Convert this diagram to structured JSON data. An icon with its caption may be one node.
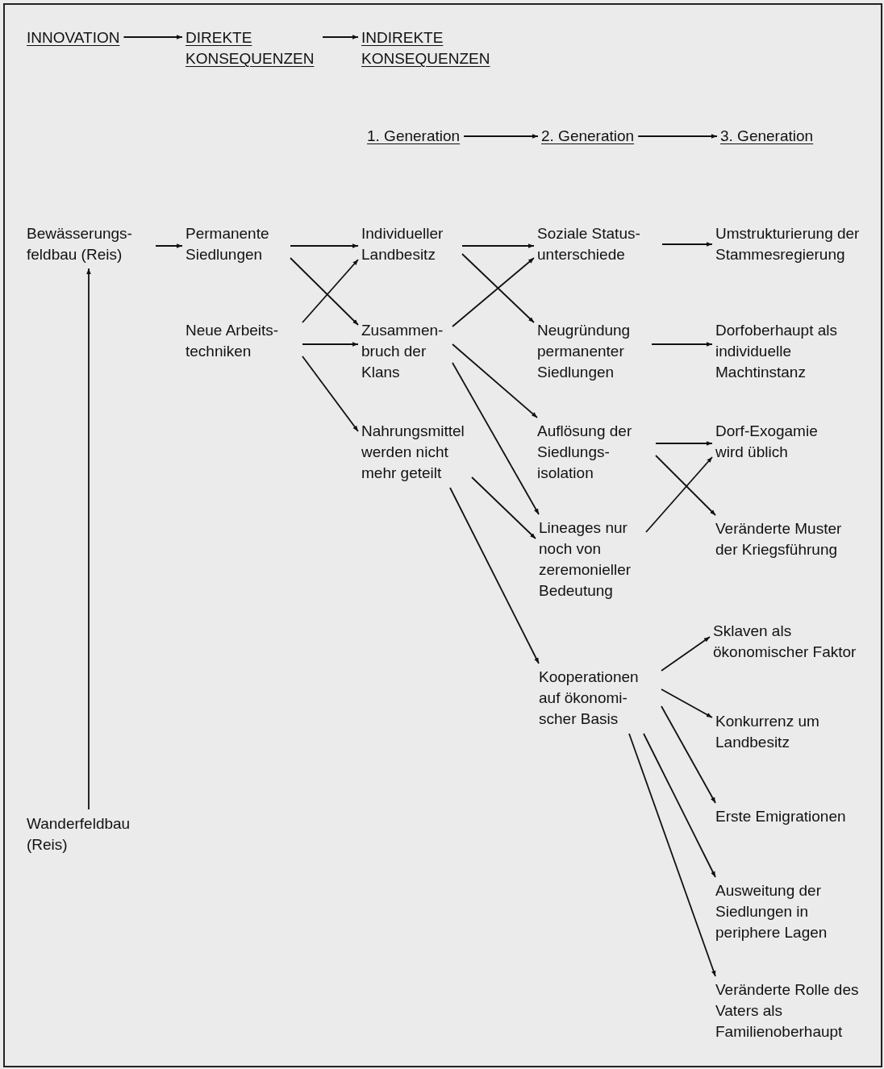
{
  "diagram": {
    "nodes": [
      {
        "text": [
          "INNOVATION"
        ]
      },
      {
        "text": [
          "DIREKTE KONSEQUENZEN"
        ]
      },
      {
        "text": [
          "INDIREKTE KONSEQUENZEN"
        ]
      },
      {
        "text": [
          "1. Generation"
        ]
      },
      {
        "text": [
          "2. Generation"
        ]
      },
      {
        "text": [
          "3. Generation"
        ]
      },
      {
        "text": [
          "Bewässerungs- feldbau (Reis)"
        ]
      },
      {
        "text": [
          "Permanente Siedlungen"
        ]
      },
      {
        "text": [
          "Neue Arbeits- techniken"
        ]
      },
      {
        "text": [
          "Individueller Landbesitz"
        ]
      },
      {
        "text": [
          "Zusammen- bruch der Klans"
        ]
      },
      {
        "text": [
          "Nahrungsmittel werden nicht mehr geteilt"
        ]
      },
      {
        "text": [
          "Soziale Status- unterschiede"
        ]
      },
      {
        "text": [
          "Neugründung permanenter Siedlungen"
        ]
      },
      {
        "text": [
          "Auflösung der Siedlungs- isolation"
        ]
      },
      {
        "text": [
          "Lineages nur noch von zeremonieller Bedeutung"
        ]
      },
      {
        "text": [
          "Kooperationen auf ökonomi- scher Basis"
        ]
      },
      {
        "text": [
          "Umstrukturierung der Stammesregierung"
        ]
      },
      {
        "text": [
          "Dorfoberhaupt als individuelle Machtinstanz"
        ]
      },
      {
        "text": [
          "Dorf-Exogamie wird üblich"
        ]
      },
      {
        "text": [
          "Veränderte Muster der Kriegsführung"
        ]
      },
      {
        "text": [
          "Sklaven als ökonomischer Faktor"
        ]
      },
      {
        "text": [
          "Konkurrenz um Landbesitz"
        ]
      },
      {
        "text": [
          "Erste Emigrationen"
        ]
      },
      {
        "text": [
          "Ausweitung der Siedlungen in periphere Lagen"
        ]
      },
      {
        "text": [
          "Veränderte Rolle des Vaters als Familienoberhaupt"
        ]
      },
      {
        "text": [
          "Wanderfeldbau (Reis)"
        ]
      }
    ],
    "edges": [
      {
        "from": 0,
        "to": 1,
        "arrow": "to"
      },
      {
        "from": 1,
        "to": 2,
        "arrow": "to"
      },
      {
        "from": 3,
        "to": 4,
        "arrow": "to"
      },
      {
        "from": 4,
        "to": 5,
        "arrow": "to"
      },
      {
        "from": 6,
        "to": 7,
        "arrow": "to"
      },
      {
        "from": 7,
        "to": 9,
        "arrow": "to"
      },
      {
        "from": 7,
        "to": 10,
        "arrow": "to"
      },
      {
        "from": 8,
        "to": 9,
        "arrow": "to"
      },
      {
        "from": 8,
        "to": 10,
        "arrow": "to"
      },
      {
        "from": 8,
        "to": 11,
        "arrow": "to"
      },
      {
        "from": 9,
        "to": 12,
        "arrow": "to"
      },
      {
        "from": 9,
        "to": 13,
        "arrow": "to"
      },
      {
        "from": 10,
        "to": 12,
        "arrow": "to"
      },
      {
        "from": 10,
        "to": 14,
        "arrow": "to"
      },
      {
        "from": 10,
        "to": 15,
        "arrow": "to"
      },
      {
        "from": 11,
        "to": 15,
        "arrow": "to"
      },
      {
        "from": 11,
        "to": 16,
        "arrow": "to"
      },
      {
        "from": 12,
        "to": 17,
        "arrow": "to"
      },
      {
        "from": 13,
        "to": 18,
        "arrow": "to"
      },
      {
        "from": 14,
        "to": 19,
        "arrow": "to"
      },
      {
        "from": 14,
        "to": 20,
        "arrow": "to"
      },
      {
        "from": 15,
        "to": 19,
        "arrow": "to"
      },
      {
        "from": 16,
        "to": 21,
        "arrow": "to"
      },
      {
        "from": 16,
        "to": 22,
        "arrow": "to"
      },
      {
        "from": 16,
        "to": 23,
        "arrow": "to"
      },
      {
        "from": 16,
        "to": 24,
        "arrow": "to"
      },
      {
        "from": 16,
        "to": 25,
        "arrow": "to"
      },
      {
        "from": 26,
        "to": 6,
        "arrow": "to"
      }
    ]
  }
}
